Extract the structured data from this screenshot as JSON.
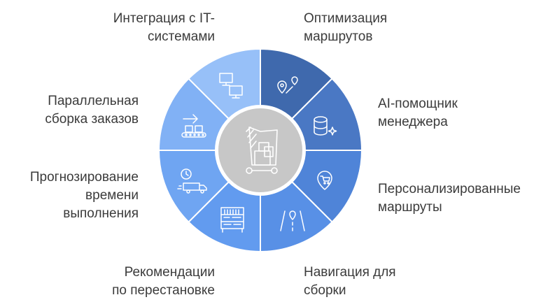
{
  "segments": [
    {
      "id": "route-optimization",
      "lines": [
        "Оптимизация",
        "маршрутов"
      ],
      "color": "#3f69ad",
      "icon": "route-pin-icon"
    },
    {
      "id": "ai-assistant",
      "lines": [
        "AI-помощник",
        "менеджера"
      ],
      "color": "#4a78c4",
      "icon": "database-sparkle-icon"
    },
    {
      "id": "personal-routes",
      "lines": [
        "Персонализированные",
        "маршруты"
      ],
      "color": "#4f84d8",
      "icon": "cart-pin-icon"
    },
    {
      "id": "assembly-navigation",
      "lines": [
        "Навигация для",
        "сборки"
      ],
      "color": "#5890e6",
      "icon": "road-pin-icon"
    },
    {
      "id": "rearrangement-recommendations",
      "lines": [
        "Рекомендации",
        "по перестановке"
      ],
      "color": "#629bef",
      "icon": "shelf-icon"
    },
    {
      "id": "completion-forecast",
      "lines": [
        "Прогнозирование",
        "времени",
        "выполнения"
      ],
      "color": "#6fa5f2",
      "icon": "truck-clock-icon"
    },
    {
      "id": "parallel-assembly",
      "lines": [
        "Параллельная",
        "сборка заказов"
      ],
      "color": "#81b1f5",
      "icon": "conveyor-icon"
    },
    {
      "id": "it-integration",
      "lines": [
        "Интеграция с IT-",
        "системами"
      ],
      "color": "#97c0f8",
      "icon": "computers-icon"
    }
  ],
  "center": {
    "icon": "warehouse-cart-icon",
    "color": "#c7c7c7"
  }
}
